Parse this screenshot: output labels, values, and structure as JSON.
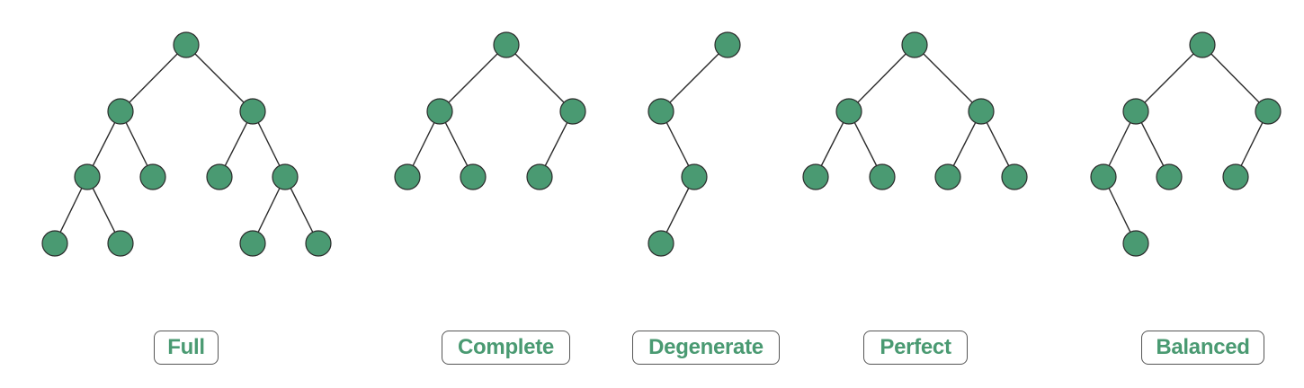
{
  "colors": {
    "node_fill": "#4a9a72",
    "node_stroke": "#2b2b2b",
    "label_text": "#4a9a72",
    "label_border": "#555555"
  },
  "trees": [
    {
      "id": "full",
      "label": "Full",
      "nodes": [
        "root",
        "L",
        "R",
        "LL",
        "LR",
        "RL",
        "RR",
        "LLL",
        "LLR",
        "RRL",
        "RRR"
      ],
      "edges": [
        [
          "root",
          "L"
        ],
        [
          "root",
          "R"
        ],
        [
          "L",
          "LL"
        ],
        [
          "L",
          "LR"
        ],
        [
          "R",
          "RL"
        ],
        [
          "R",
          "RR"
        ],
        [
          "LL",
          "LLL"
        ],
        [
          "LL",
          "LLR"
        ],
        [
          "RR",
          "RRL"
        ],
        [
          "RR",
          "RRR"
        ]
      ]
    },
    {
      "id": "complete",
      "label": "Complete",
      "nodes": [
        "root",
        "L",
        "R",
        "LL",
        "LR",
        "RL"
      ],
      "edges": [
        [
          "root",
          "L"
        ],
        [
          "root",
          "R"
        ],
        [
          "L",
          "LL"
        ],
        [
          "L",
          "LR"
        ],
        [
          "R",
          "RL"
        ]
      ]
    },
    {
      "id": "degenerate",
      "label": "Degenerate",
      "nodes": [
        "root",
        "L",
        "LR",
        "LRL"
      ],
      "edges": [
        [
          "root",
          "L"
        ],
        [
          "L",
          "LR"
        ],
        [
          "LR",
          "LRL"
        ]
      ]
    },
    {
      "id": "perfect",
      "label": "Perfect",
      "nodes": [
        "root",
        "L",
        "R",
        "LL",
        "LR",
        "RL",
        "RR"
      ],
      "edges": [
        [
          "root",
          "L"
        ],
        [
          "root",
          "R"
        ],
        [
          "L",
          "LL"
        ],
        [
          "L",
          "LR"
        ],
        [
          "R",
          "RL"
        ],
        [
          "R",
          "RR"
        ]
      ]
    },
    {
      "id": "balanced",
      "label": "Balanced",
      "nodes": [
        "root",
        "L",
        "R",
        "LL",
        "LR",
        "RL",
        "LLR"
      ],
      "edges": [
        [
          "root",
          "L"
        ],
        [
          "root",
          "R"
        ],
        [
          "L",
          "LL"
        ],
        [
          "L",
          "LR"
        ],
        [
          "R",
          "RL"
        ],
        [
          "LL",
          "LLR"
        ]
      ]
    }
  ]
}
